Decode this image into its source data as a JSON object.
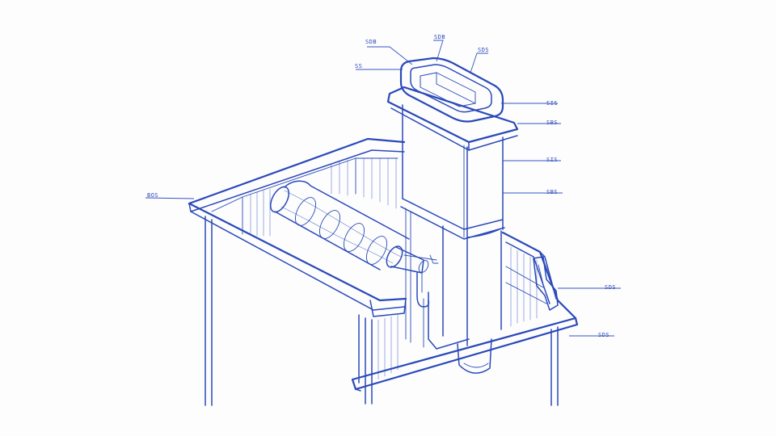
{
  "labels": {
    "roof_left": "BOS",
    "top_left_a": "SDB",
    "top_left_b": "SS",
    "top_center": "SDB",
    "top_right": "SDS",
    "stack_cap": "SIS",
    "stack_flange": "SBS",
    "stack_mid": "SIS",
    "stack_lower": "SBS",
    "side_right": "SDS",
    "base_right": "SDS"
  },
  "colors": {
    "ink": "#2a49b8",
    "paper": "#fdfdfe"
  }
}
